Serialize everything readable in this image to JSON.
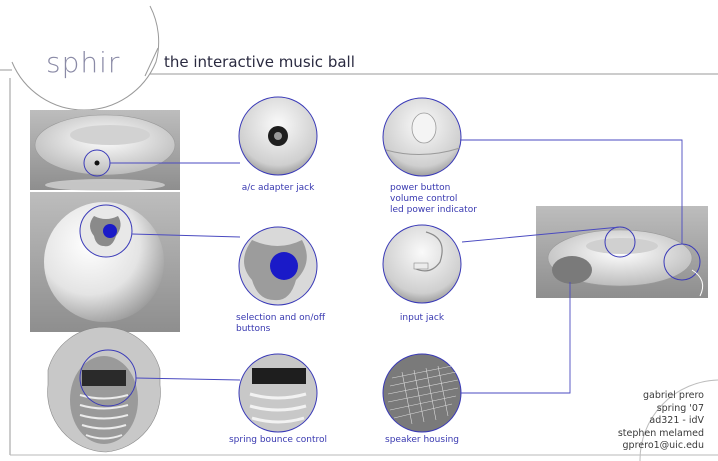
{
  "title": {
    "brand": "sphir",
    "tagline": "the interactive music ball"
  },
  "labels": {
    "adapter_jack": "a/c adapter jack",
    "power_lines": [
      "power button",
      "volume control",
      "led power indicator"
    ],
    "selection_lines": [
      "selection and on/off",
      "buttons"
    ],
    "input_jack": "input jack",
    "spring_bounce": "spring bounce control",
    "speaker_housing": "speaker housing"
  },
  "credits": [
    "gabriel prero",
    "spring '07",
    "ad321 - idV",
    "stephen melamed",
    "gprero1@uic.edu"
  ],
  "colors": {
    "accent": "#3a3ab8",
    "button_blue": "#1a1ac8",
    "frame_gray": "#b0b0b0"
  }
}
